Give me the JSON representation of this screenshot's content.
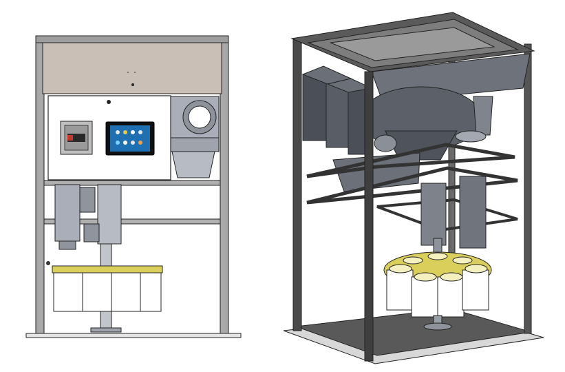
{
  "views": [
    {
      "id": "front-elevation"
    },
    {
      "id": "isometric"
    }
  ],
  "colors": {
    "frame": "#9e9e9e",
    "frame_dark": "#3f3f3f",
    "hopper_panel": "#c9bfb6",
    "body": "#a9aeb8",
    "body_dark": "#5b6069",
    "screen_bezel": "#111111",
    "screen": "#1f6fb3",
    "drum_band": "#d9cf5a",
    "drum": "#ffffff",
    "outline": "#222222"
  },
  "icons": [
    "power-switch-icon",
    "touchscreen-app-icons"
  ]
}
